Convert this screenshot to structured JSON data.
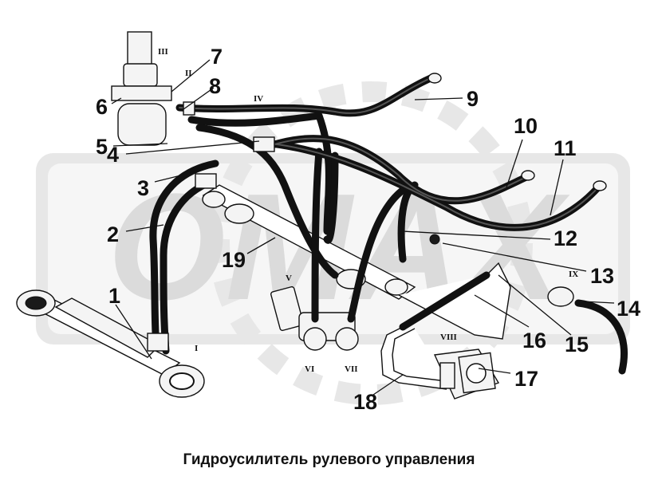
{
  "caption": "Гидроусилитель рулевого управления",
  "watermark": "ОМАХ",
  "colors": {
    "watermark": "#bdbdbd",
    "lines": "#111111",
    "background": "#ffffff"
  },
  "callouts": [
    "1",
    "2",
    "3",
    "4",
    "5",
    "6",
    "7",
    "8",
    "9",
    "10",
    "11",
    "12",
    "13",
    "14",
    "15",
    "16",
    "17",
    "18",
    "19"
  ],
  "view_marks": [
    "I",
    "II",
    "III",
    "IV",
    "V",
    "VI",
    "VII",
    "VIII",
    "IX"
  ]
}
